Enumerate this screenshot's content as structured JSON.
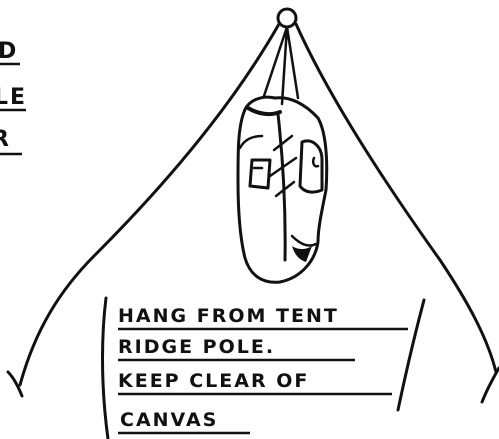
{
  "diagram": {
    "left_fragments": [
      "D",
      "LE",
      "R"
    ],
    "instruction_lines": [
      "HANG FROM TENT",
      "RIDGE POLE.",
      "KEEP CLEAR OF",
      "CANVAS"
    ],
    "colors": {
      "ink": "#111111",
      "paper": "#ffffff"
    }
  }
}
